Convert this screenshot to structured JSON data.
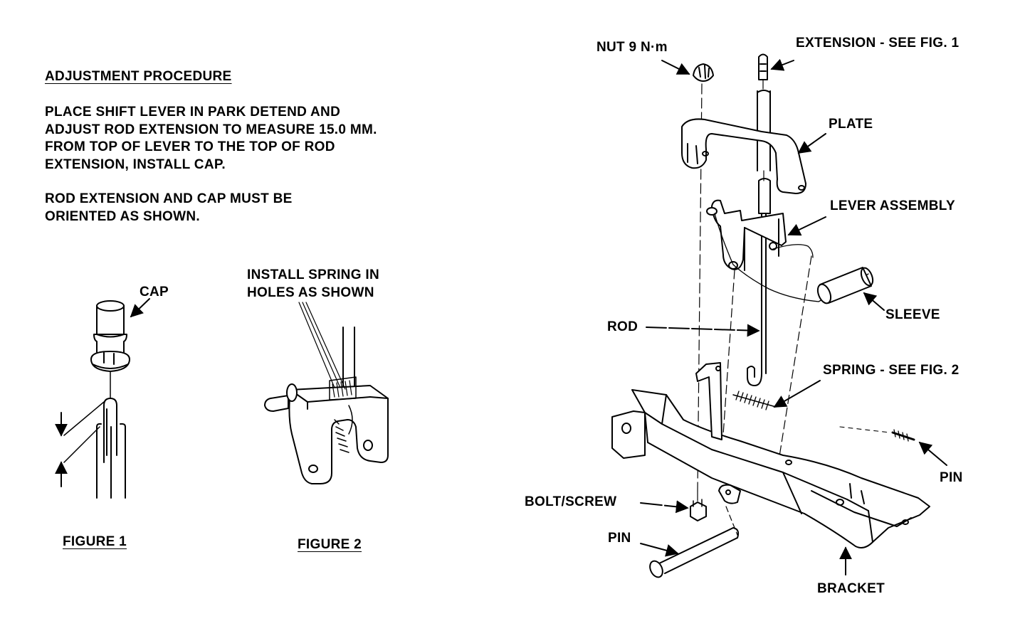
{
  "heading": "ADJUSTMENT PROCEDURE",
  "paragraph1": [
    "PLACE SHIFT LEVER IN PARK DETEND AND",
    "ADJUST ROD EXTENSION TO MEASURE 15.0 MM.",
    "FROM TOP OF LEVER TO THE TOP OF ROD",
    "EXTENSION, INSTALL CAP."
  ],
  "paragraph2": [
    "ROD EXTENSION AND CAP MUST BE",
    "ORIENTED AS SHOWN."
  ],
  "figure1": {
    "cap_label": "CAP",
    "caption": "FIGURE 1"
  },
  "figure2": {
    "note": [
      "INSTALL SPRING IN",
      "HOLES AS SHOWN"
    ],
    "caption": "FIGURE 2"
  },
  "main": {
    "nut": "NUT  9 N·m",
    "extension": "EXTENSION - SEE FIG. 1",
    "plate": "PLATE",
    "lever_assembly": "LEVER ASSEMBLY",
    "sleeve": "SLEEVE",
    "rod": "ROD",
    "spring": "SPRING - SEE FIG. 2",
    "pin_right": "PIN",
    "bolt_screw": "BOLT/SCREW",
    "pin_left": "PIN",
    "bracket": "BRACKET"
  }
}
